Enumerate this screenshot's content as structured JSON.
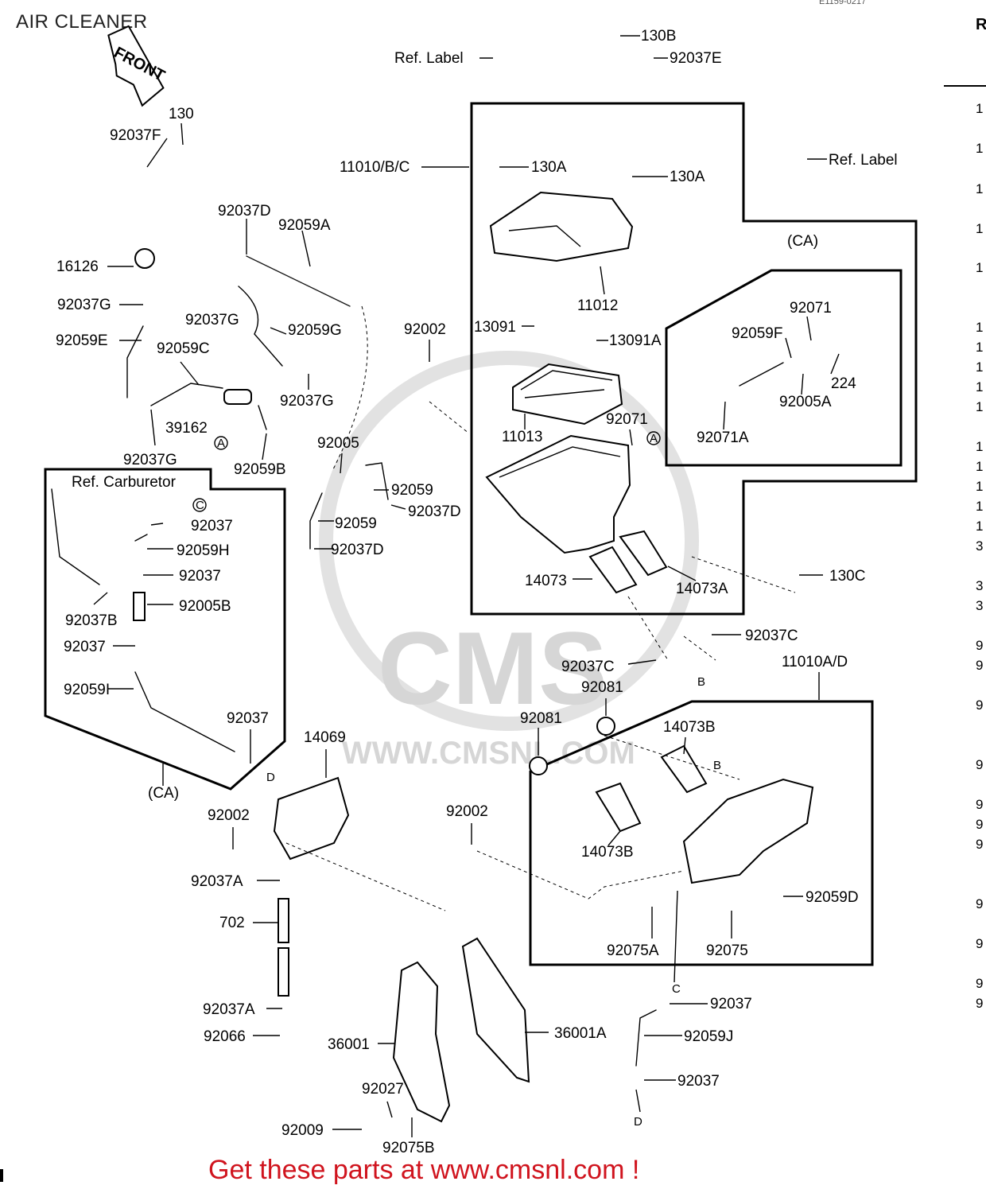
{
  "title": "AIR CLEANER",
  "figure_code": "E1159-0217",
  "front_tag": "FRONT",
  "footer": "Get these parts at www.cmsnl.com !",
  "watermark": {
    "logo": "CMS",
    "url": "WWW.CMSNL.COM"
  },
  "right_column": {
    "header": "R",
    "digits": [
      "1",
      "1",
      "1",
      "1",
      "1",
      "1",
      "1",
      "1",
      "1",
      "1",
      "1",
      "1",
      "1",
      "1",
      "1",
      "3",
      "3",
      "3",
      "9",
      "9",
      "9",
      "9",
      "9",
      "9",
      "9",
      "9",
      "9",
      "9",
      "9"
    ]
  },
  "labels": {
    "ref_label_top": "Ref. Label",
    "p130B": "130B",
    "p92037E": "92037E",
    "p130": "130",
    "p92037F": "92037F",
    "p11010BC": "11010/B/C",
    "p130A_1": "130A",
    "p130A_2": "130A",
    "ref_label_right": "Ref. Label",
    "p92037D_top": "92037D",
    "p92059A": "92059A",
    "p16126": "16126",
    "p92037G_1": "92037G",
    "p92037G_2": "92037G",
    "p92059G": "92059G",
    "p11012": "11012",
    "p92059E": "92059E",
    "p92059C": "92059C",
    "p92002_1": "92002",
    "p13091": "13091",
    "p13091A": "13091A",
    "CA_top": "(CA)",
    "p92071_top": "92071",
    "p92059F": "92059F",
    "p224": "224",
    "p92005A": "92005A",
    "p92071A": "92071A",
    "p92037G_3": "92037G",
    "p39162": "39162",
    "p92071_mid": "92071",
    "p11013": "11013",
    "p92037G_4": "92037G",
    "p92005": "92005",
    "p92059B": "92059B",
    "ref_carb": "Ref. Carburetor",
    "p92059_1": "92059",
    "p92037D_mid": "92037D",
    "p92037_a": "92037",
    "p92059_2": "92059",
    "p92059H": "92059H",
    "p92037D_low": "92037D",
    "p92037_b": "92037",
    "p14073": "14073",
    "p14073A": "14073A",
    "p130C": "130C",
    "p92037B": "92037B",
    "p92005B": "92005B",
    "p92037_c": "92037",
    "p92037C_1": "92037C",
    "p92037C_2": "92037C",
    "p11010AD": "11010A/D",
    "p92081_1": "92081",
    "p92059I": "92059I",
    "p92081_2": "92081",
    "p14073B_1": "14073B",
    "p92037_d": "92037",
    "p14069": "14069",
    "CA_bottom": "(CA)",
    "p92002_2": "92002",
    "p92002_3": "92002",
    "p14073B_2": "14073B",
    "p92037A_1": "92037A",
    "p92059D": "92059D",
    "p702": "702",
    "p92075A": "92075A",
    "p92075": "92075",
    "p92037_e": "92037",
    "p92037A_2": "92037A",
    "p92066": "92066",
    "p36001A": "36001A",
    "p92059J": "92059J",
    "p36001": "36001",
    "p92027": "92027",
    "p92037_f": "92037",
    "p92009": "92009",
    "p92075B": "92075B"
  },
  "connectors": {
    "A1": "A",
    "A2": "A",
    "B1": "B",
    "B2": "B",
    "C1": "C",
    "C2": "C",
    "D1": "D",
    "D2": "D"
  }
}
